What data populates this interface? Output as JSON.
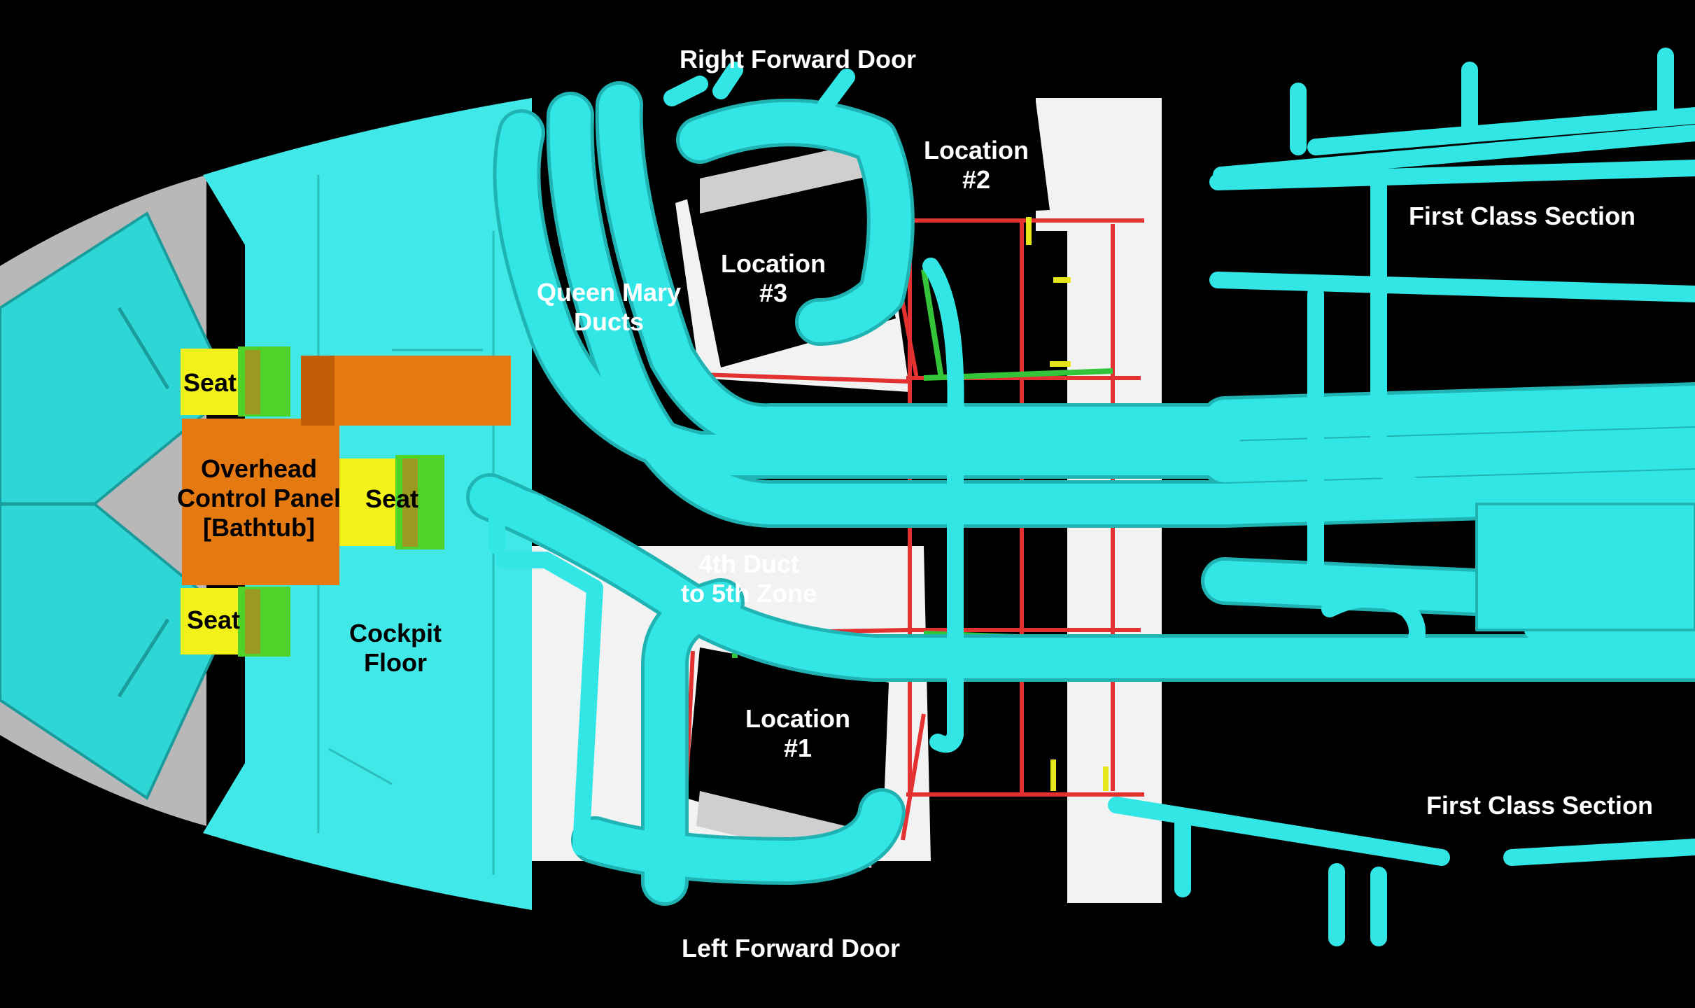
{
  "labels": {
    "right_forward_door": "Right Forward Door",
    "left_forward_door": "Left Forward Door",
    "location2": [
      "Location",
      "#2"
    ],
    "location3": [
      "Location",
      "#3"
    ],
    "location1": [
      "Location",
      "#1"
    ],
    "queen_mary_ducts": [
      "Queen Mary",
      "Ducts"
    ],
    "fourth_duct": [
      "4th Duct",
      "to 5th Zone"
    ],
    "first_class_top": "First Class Section",
    "first_class_bottom": "First Class Section",
    "seat_top": "Seat",
    "seat_middle": "Seat",
    "seat_bottom": "Seat",
    "overhead_panel": [
      "Overhead",
      "Control Panel",
      "[Bathtub]"
    ],
    "cockpit_floor": [
      "Cockpit",
      "Floor"
    ]
  },
  "colors": {
    "background": "#000000",
    "duct": "#33e6e6",
    "duct_edge": "#1fb3b3",
    "floor": "#40e8e8",
    "nose": "#b8b8b8",
    "panel": "#e67a12",
    "seat": "#f2f21a",
    "seat_frame": "#4fd32a",
    "structure": "#ffffff",
    "beam": "#e33030",
    "bracket": "#e6e61a"
  }
}
